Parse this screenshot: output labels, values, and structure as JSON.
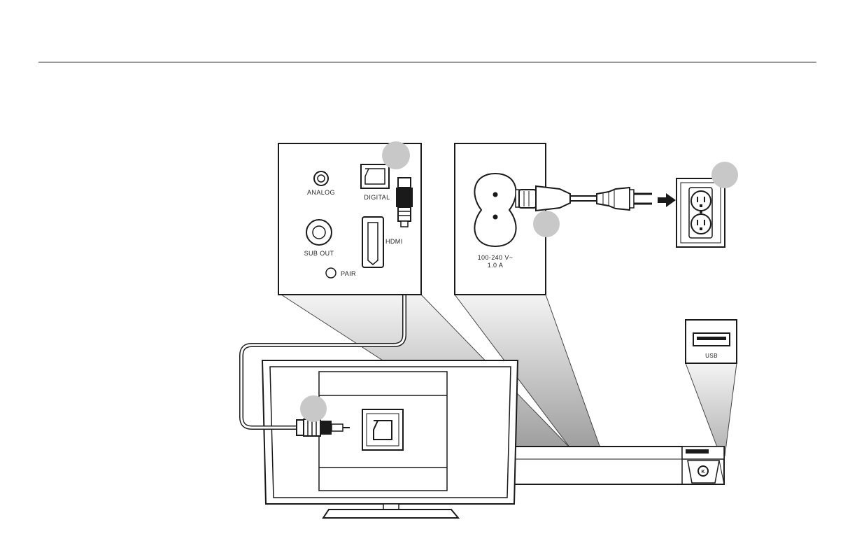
{
  "panel_rear": {
    "analog_label": "ANALOG",
    "digital_label": "DIGITAL",
    "sub_out_label": "SUB OUT",
    "hdmi_label": "HDMI",
    "pair_label": "PAIR"
  },
  "panel_power": {
    "voltage_label": "100-240 V~",
    "current_label": "1.0 A"
  },
  "panel_usb": {
    "usb_label": "USB"
  },
  "colors": {
    "line": "#1a1a1a",
    "step_circle": "#c8c8c8",
    "projection_light": "#f2f2f2",
    "projection_dark": "#a8a8a8"
  },
  "icons": [
    "optical-port-icon",
    "rca-jack-icon",
    "hdmi-port-icon",
    "power-inlet-icon",
    "power-plug-icon",
    "wall-outlet-icon",
    "usb-port-icon",
    "arrow-right-icon",
    "klipsch-logo-icon"
  ]
}
